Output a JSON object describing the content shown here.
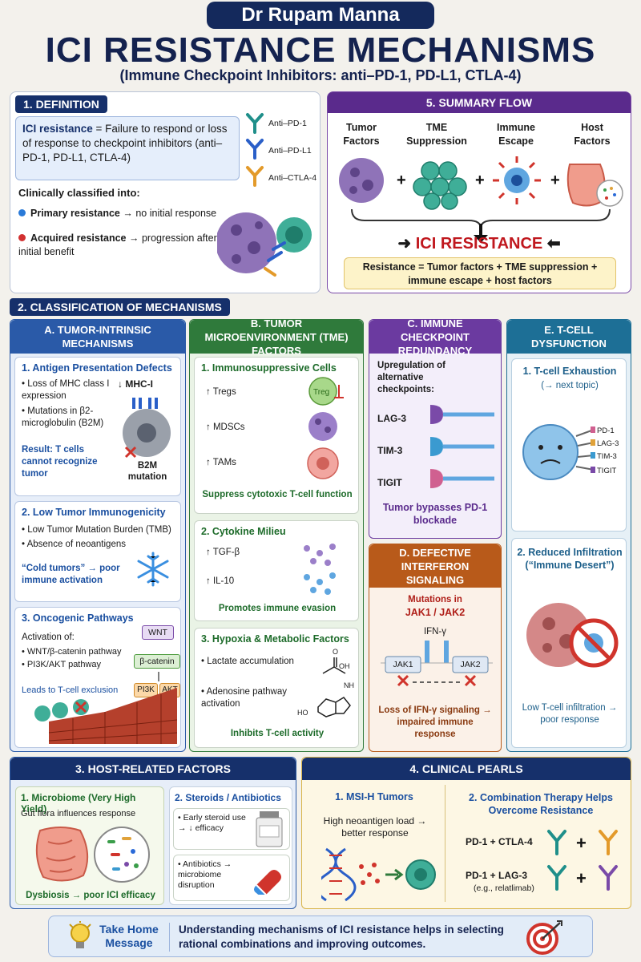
{
  "header": {
    "author": "Dr Rupam Manna",
    "title": "ICI RESISTANCE MECHANISMS",
    "subtitle": "(Immune Checkpoint Inhibitors: anti–PD-1, PD-L1, CTLA-4)"
  },
  "definition": {
    "tag": "1. DEFINITION",
    "term": "ICI resistance",
    "text": " = Failure to respond or loss of response to checkpoint inhibitors (anti–PD-1, PD-L1, CTLA-4)",
    "antibodies": [
      "Anti–PD-1",
      "Anti–PD-L1",
      "Anti–CTLA-4"
    ],
    "classified": "Clinically classified into:",
    "primary_label": "Primary resistance",
    "primary_text": "→ no initial response",
    "acquired_label": "Acquired resistance",
    "acquired_text": "→ progression after initial benefit"
  },
  "summary": {
    "tag": "5. SUMMARY FLOW",
    "factors": [
      "Tumor Factors",
      "TME Suppression",
      "Immune Escape",
      "Host Factors"
    ],
    "result": "ICI RESISTANCE",
    "equation": "Resistance = Tumor factors + TME suppression + immune escape + host factors"
  },
  "classification": {
    "tag": "2. CLASSIFICATION OF MECHANISMS",
    "a": {
      "head": "A. TUMOR-INTRINSIC MECHANISMS",
      "s1": {
        "h": "1. Antigen Presentation Defects",
        "b1": "Loss of MHC class I expression",
        "b2": "Mutations in β2-microglobulin (B2M)",
        "mhc": "↓ MHC-I",
        "b2m": "B2M mutation",
        "result": "Result: T cells cannot recognize tumor"
      },
      "s2": {
        "h": "2. Low Tumor Immunogenicity",
        "b1": "Low Tumor Mutation Burden (TMB)",
        "b2": "Absence of neoantigens",
        "result": "“Cold tumors” → poor immune activation"
      },
      "s3": {
        "h": "3. Oncogenic Pathways",
        "intro": "Activation of:",
        "b1": "WNT/β-catenin pathway",
        "b2": "PI3K/AKT pathway",
        "result": "Leads to T-cell exclusion",
        "wnt": "WNT",
        "bcat": "β-catenin",
        "pi3k": "PI3K",
        "akt": "AKT"
      }
    },
    "b": {
      "head": "B. TUMOR MICROENVIRONMENT (TME) FACTORS",
      "s1": {
        "h": "1. Immunosuppressive Cells",
        "items": [
          "↑ Tregs",
          "↑ MDSCs",
          "↑ TAMs"
        ],
        "treg": "Treg",
        "result": "Suppress cytotoxic T-cell function"
      },
      "s2": {
        "h": "2. Cytokine Milieu",
        "items": [
          "↑ TGF-β",
          "↑ IL-10"
        ],
        "result": "Promotes immune evasion"
      },
      "s3": {
        "h": "3. Hypoxia & Metabolic Factors",
        "b1": "Lactate accumulation",
        "b2": "Adenosine pathway activation",
        "result": "Inhibits T-cell activity",
        "chem_oh": "OH",
        "chem_o": "O",
        "chem_ho": "HO",
        "chem_nh": "NH"
      }
    },
    "c": {
      "head": "C. IMMUNE CHECKPOINT REDUNDANCY",
      "intro": "Upregulation of alternative checkpoints:",
      "items": [
        "LAG-3",
        "TIM-3",
        "TIGIT"
      ],
      "result": "Tumor bypasses PD-1 blockade"
    },
    "d": {
      "head": "D. DEFECTIVE INTERFERON SIGNALING",
      "mut": "Mutations in",
      "genes": "JAK1 / JAK2",
      "ifn": "IFN-γ",
      "jak1": "JAK1",
      "jak2": "JAK2",
      "result": "Loss of IFN-γ signaling → impaired immune response"
    },
    "e": {
      "head": "E. T-CELL DYSFUNCTION",
      "s1": {
        "h": "1. T-cell Exhaustion",
        "sub": "(→ next topic)",
        "markers": [
          "PD-1",
          "LAG-3",
          "TIM-3",
          "TIGIT"
        ]
      },
      "s2": {
        "h": "2. Reduced Infiltration",
        "sub": "(“Immune Desert”)",
        "result": "Low T-cell infiltration → poor response"
      }
    }
  },
  "host": {
    "head": "3. HOST-RELATED FACTORS",
    "s1": {
      "h": "1. Microbiome (Very High Yield)",
      "t": "Gut flora influences response",
      "result": "Dysbiosis → poor ICI efficacy"
    },
    "s2": {
      "h": "2. Steroids / Antibiotics",
      "b1": "Early steroid use → ↓ efficacy",
      "b2": "Antibiotics → microbiome disruption"
    }
  },
  "pearls": {
    "head": "4. CLINICAL PEARLS",
    "s1": {
      "h": "1. MSI-H Tumors",
      "t": "High neoantigen load → better response"
    },
    "s2": {
      "h": "2. Combination Therapy Helps Overcome Resistance",
      "c1": "PD-1 + CTLA-4",
      "c2": "PD-1 + LAG-3",
      "c2_ex": "(e.g., relatlimab)"
    }
  },
  "take_home": {
    "label": "Take Home Message",
    "text": "Understanding mechanisms of ICI resistance helps in selecting rational combinations and improving outcomes."
  },
  "colors": {
    "navy": "#16306b",
    "green": "#1d6b2a",
    "purple": "#5a2a8c",
    "brown": "#8a3b12",
    "teal": "#1d5f8a",
    "red": "#c0181e"
  }
}
